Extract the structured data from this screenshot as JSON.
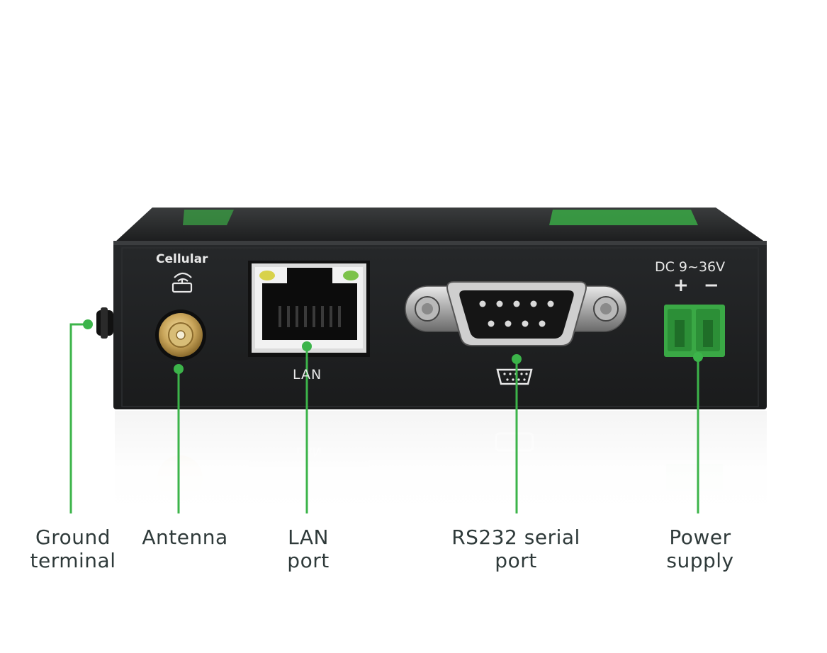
{
  "device_labels": {
    "cellular": "Cellular",
    "lan": "LAN",
    "power_rating": "DC 9~36V",
    "polarity": "+ −"
  },
  "callouts": [
    {
      "id": "ground",
      "lines": [
        "Ground",
        "terminal"
      ]
    },
    {
      "id": "antenna",
      "lines": [
        "Antenna"
      ]
    },
    {
      "id": "lan",
      "lines": [
        "LAN",
        "port"
      ]
    },
    {
      "id": "rs232",
      "lines": [
        "RS232 serial",
        "port"
      ]
    },
    {
      "id": "power",
      "lines": [
        "Power",
        "supply"
      ]
    }
  ],
  "colors": {
    "callout_green": "#3cb44a",
    "terminal_green": "#3aa845",
    "device_body": "#1d1f20"
  }
}
